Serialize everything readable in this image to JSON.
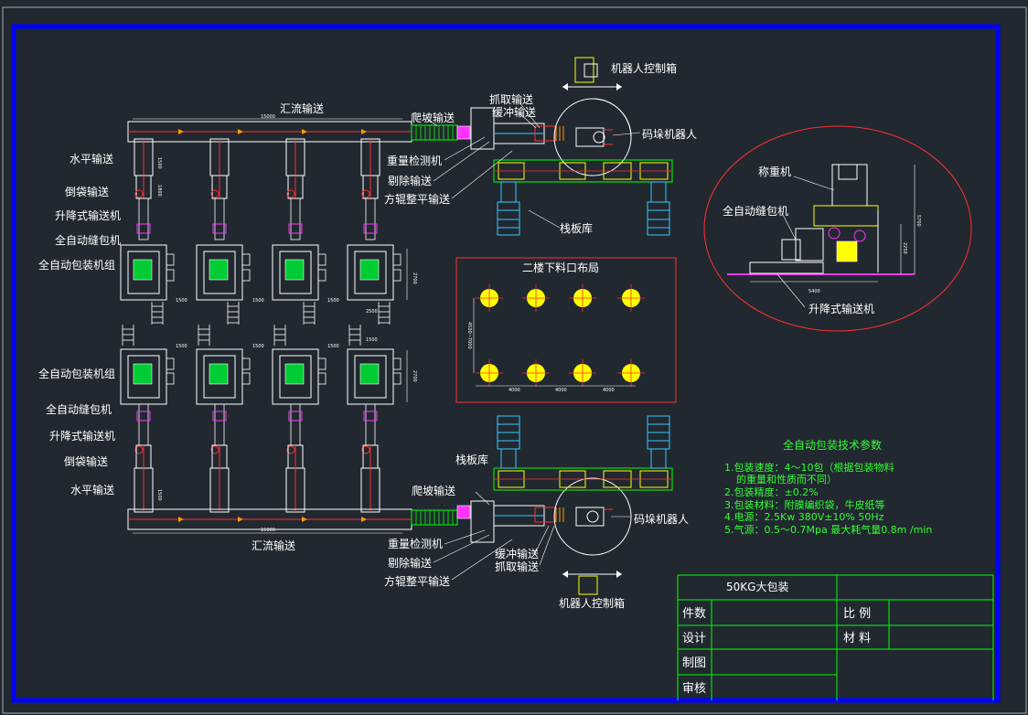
{
  "labels": {
    "main_conveyor_top": "汇流输送",
    "climb_top": "爬坡输送",
    "grab_top": "抓取输送",
    "buffer_top": "缓冲输送",
    "robot_box_top": "机器人控制箱",
    "robot_top": "码垛机器人",
    "weight_top": "重量检测机",
    "reject_top": "剔除输送",
    "roller_top": "方辊整平输送",
    "pallet_top": "栈板库",
    "horizontal_top": "水平输送",
    "tilt_top": "倒袋输送",
    "lifter_top": "升降式输送机",
    "sewing_top": "全自动缝包机",
    "packer_top": "全自动包装机组",
    "packer_bottom": "全自动包装机组",
    "sewing_bottom": "全自动缝包机",
    "lifter_bottom": "升降式输送机",
    "tilt_bottom": "倒袋输送",
    "horizontal_bottom": "水平输送",
    "pallet_bottom": "栈板库",
    "climb_bottom": "爬坡输送",
    "weight_bottom": "重量检测机",
    "reject_bottom": "剔除输送",
    "roller_bottom": "方辊整平输送",
    "buffer_bottom": "缓冲输送",
    "grab_bottom": "抓取输送",
    "robot_bottom": "码垛机器人",
    "main_conveyor_bottom": "汇流输送",
    "robot_box_bottom": "机器人控制箱",
    "floor_layout": "二楼下料口布局",
    "weigher": "称重机",
    "sewing_detail": "全自动缝包机",
    "lifter_detail": "升降式输送机"
  },
  "dims": {
    "len_top": "15000",
    "len_bottom": "15000",
    "d1500": "1500",
    "d1800": "1800",
    "d2700": "2700",
    "d2500": "2500",
    "floor_v": "4500~7000",
    "floor_h1": "4000",
    "floor_h2": "4000",
    "floor_h3": "4000",
    "detail_w": "5400",
    "detail_h1": "5700",
    "detail_h2": "2250"
  },
  "specs": {
    "title": "全自动包装技术参数",
    "line1": "1.包装速度：4～10包（根据包装物料",
    "line2": "的重量和性质而不同）",
    "line3": "2.包装精度：±0.2%",
    "line4": "3.包装材料：附膜编织袋，牛皮纸等",
    "line5": "4.电源：2.5Kw  380V±10%  50Hz",
    "line6": "5.气源：0.5～0.7Mpa  最大耗气量0.8m /min"
  },
  "title_block": {
    "title": "50KG大包装",
    "row1": "件数",
    "row2": "设计",
    "row3": "制图",
    "row4": "审核",
    "scale": "比 例",
    "material": "材 料"
  },
  "colors": {
    "background": "#212830",
    "frame": "#0000ff",
    "green": "#00ff00",
    "red": "#ff3030",
    "yellow": "#ffff00",
    "cyan": "#33ccff",
    "magenta": "#ff33ff"
  }
}
